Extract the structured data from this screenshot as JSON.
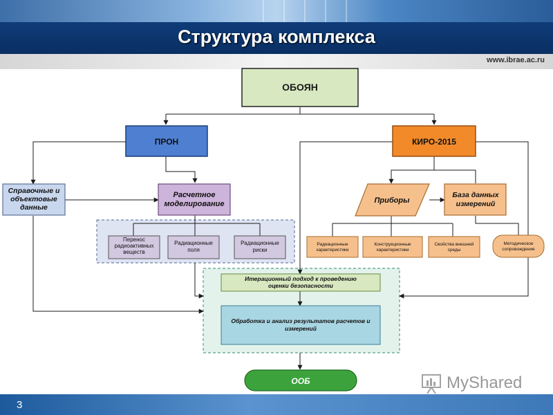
{
  "header": {
    "title": "Структура комплекса",
    "url": "www.ibrae.ac.ru"
  },
  "footer": {
    "page_number": "3",
    "watermark": "MyShared"
  },
  "diagram": {
    "oboyan": "ОБОЯН",
    "pron": "ПРОН",
    "kiro": "КИРО-2015",
    "ref_data": "Справочные и объектовые данные",
    "calc_model": "Расчетное моделирование",
    "transfer": "Перенос радиоактивных веществ",
    "rad_fields": "Радиационные поля",
    "rad_risks": "Радиационные риски",
    "devices": "Приборы",
    "database": "База данных измерений",
    "rad_char": "Радиационные характеристики",
    "constr_char": "Конструкционные характеристики",
    "env_props": "Свойства внешней среды",
    "method_support": "Методическое сопровождение",
    "iteration": "Итерационный подход к проведению оценки безопасности",
    "processing": "Обработка и анализ результатов расчетов и измерений",
    "oob": "ООБ"
  },
  "colors": {
    "oboyan_fill": "#d8e8c0",
    "pron_fill": "#4f7fd1",
    "kiro_fill": "#f28a2a",
    "calc_fill": "#cdb4da",
    "ref_fill": "#c9d7ee",
    "orange_light": "#f6c08d",
    "teal_fill": "#a9d6e3",
    "green_fill": "#3ca33c",
    "title_bar": "#0f3c78"
  }
}
